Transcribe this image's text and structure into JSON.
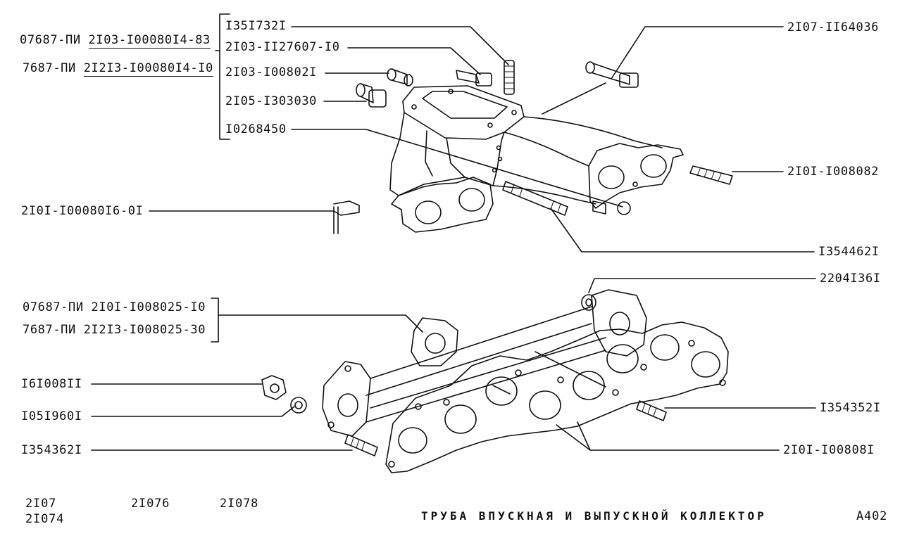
{
  "top_left": {
    "row1_prefix": "07687-ПИ",
    "row1_code": "2I03-I00080I4-83",
    "row2_prefix": "7687-ПИ",
    "row2_code": "2I2I3-I00080I4-I0"
  },
  "top_group": [
    "I35I732I",
    "2I03-II27607-I0",
    "2I03-I00802I",
    "2I05-I303030",
    "I0268450"
  ],
  "right_labels": {
    "r1": "2I07-II64036",
    "r2": "2I0I-I008082",
    "r3": "I354462I",
    "r4": "2204I36I",
    "r5": "I354352I",
    "r6": "2I0I-I00808I"
  },
  "left_labels": {
    "l1": "2I0I-I00080I6-0I",
    "l2": "I6I008II",
    "l3": "I05I960I",
    "l4": "I354362I"
  },
  "bottom_group": {
    "row1_prefix": "07687-ПИ",
    "row1_code": "2I0I-I008025-I0",
    "row2_prefix": "7687-ПИ",
    "row2_code": "2I2I3-I008025-30"
  },
  "footer": {
    "model1": "2I07",
    "model2": "2I074",
    "model3": "2I076",
    "model4": "2I078",
    "title": "ТРУБА ВПУСКНАЯ И ВЫПУСКНОЙ КОЛЛЕКТОР",
    "page": "A402"
  }
}
